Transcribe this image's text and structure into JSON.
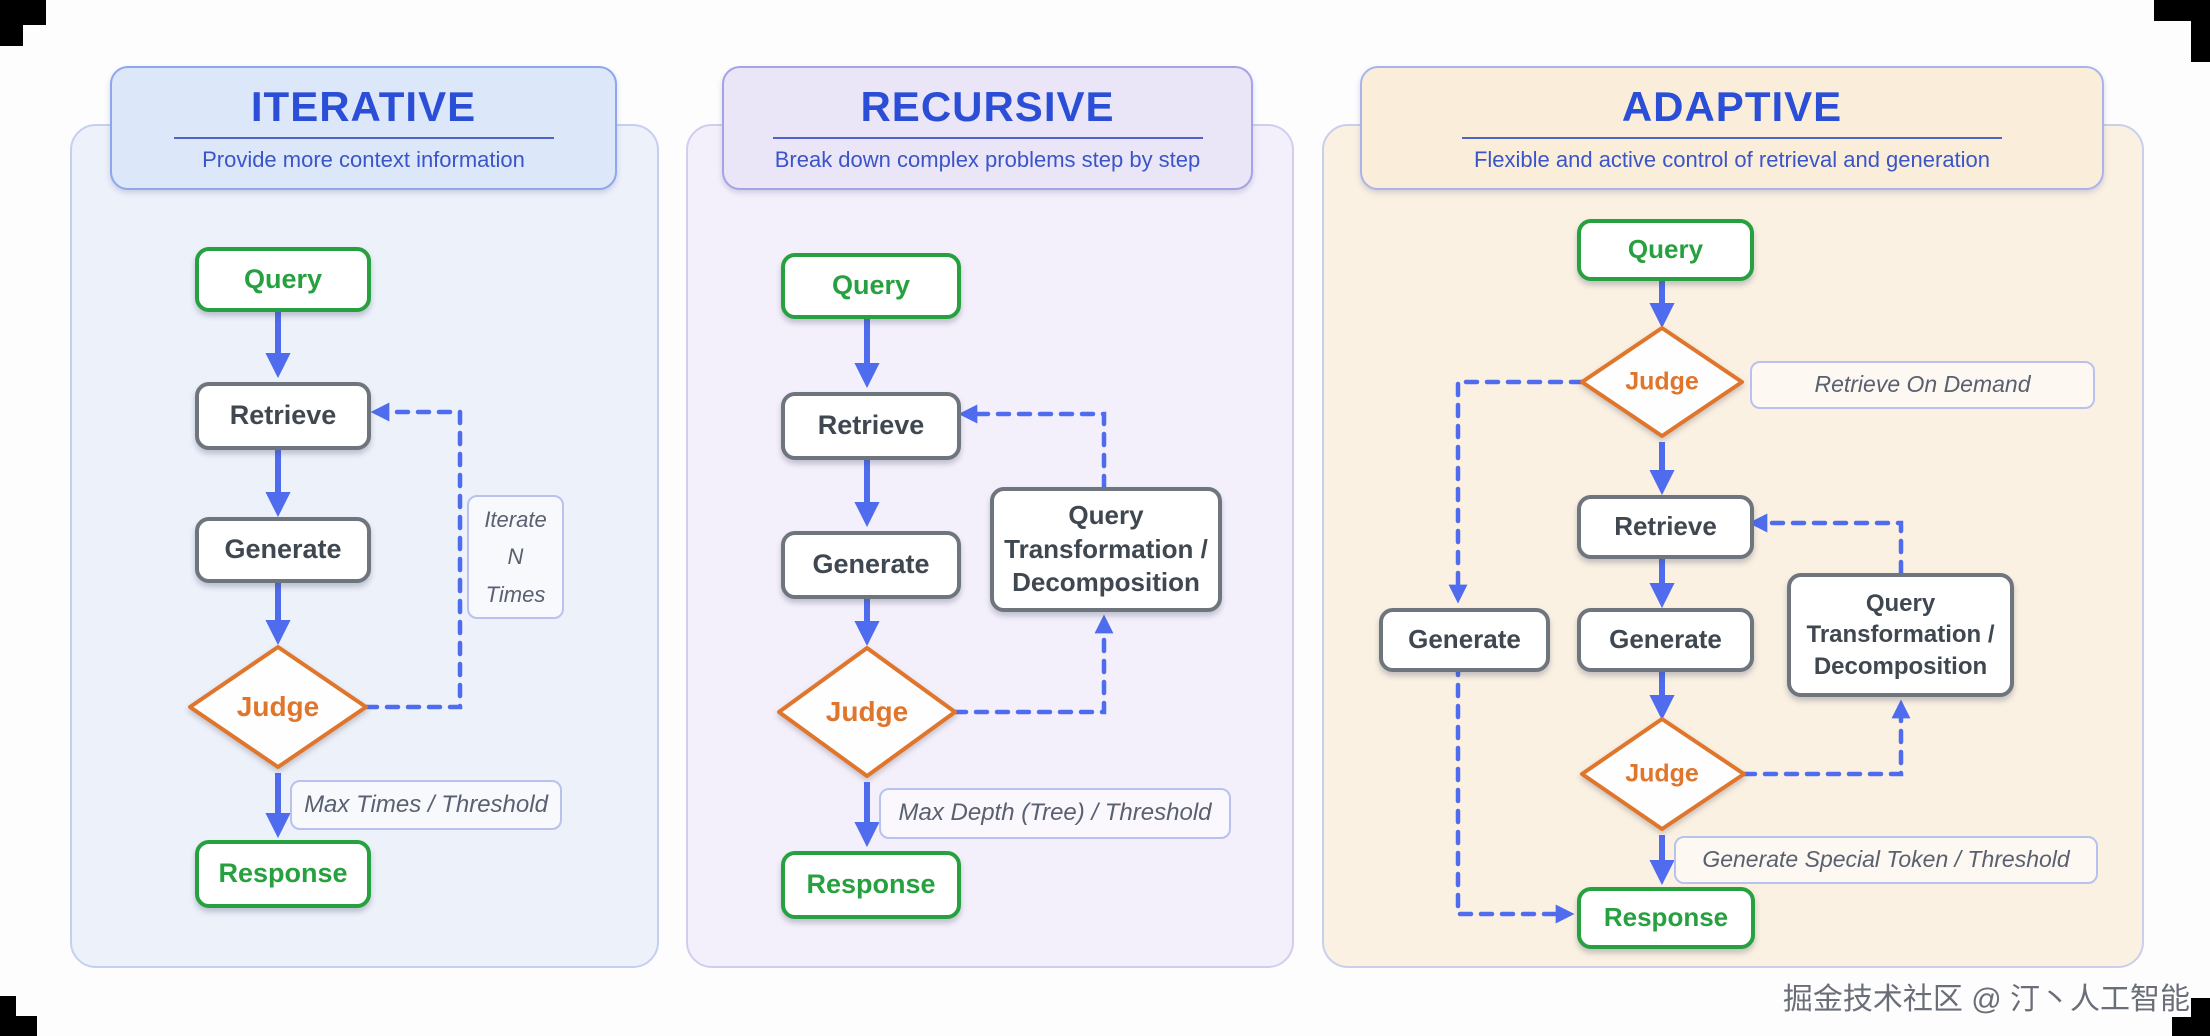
{
  "watermark": "掘金技术社区 @ 汀丶人工智能",
  "colors": {
    "title_blue": "#2b4ed6",
    "subtitle_blue": "#3a55c8",
    "arrow_blue": "#4f6bee",
    "node_green": "#27a13f",
    "node_gray": "#6e757c",
    "judge_orange": "#e0752c",
    "panel_iterative_bg": "#edf1fa",
    "panel_recursive_bg": "#f4f0fb",
    "panel_adaptive_bg": "#fbf1e2"
  },
  "panels": {
    "iterative": {
      "title": "ITERATIVE",
      "subtitle": "Provide more context information",
      "query": "Query",
      "retrieve": "Retrieve",
      "generate": "Generate",
      "judge": "Judge",
      "response": "Response",
      "loop_note": [
        "Iterate",
        "N",
        "Times"
      ],
      "exit_note": "Max Times / Threshold"
    },
    "recursive": {
      "title": "RECURSIVE",
      "subtitle": "Break down complex problems step by step",
      "query": "Query",
      "retrieve": "Retrieve",
      "generate": "Generate",
      "judge": "Judge",
      "transform": "Query Transformation / Decomposition",
      "response": "Response",
      "exit_note": "Max Depth (Tree) / Threshold"
    },
    "adaptive": {
      "title": "ADAPTIVE",
      "subtitle": "Flexible and active control of retrieval and generation",
      "query": "Query",
      "judge1": "Judge",
      "judge1_note": "Retrieve On Demand",
      "retrieve": "Retrieve",
      "generate_left": "Generate",
      "generate": "Generate",
      "transform": "Query Transformation / Decomposition",
      "judge2": "Judge",
      "exit_note": "Generate Special Token / Threshold",
      "response": "Response"
    }
  }
}
